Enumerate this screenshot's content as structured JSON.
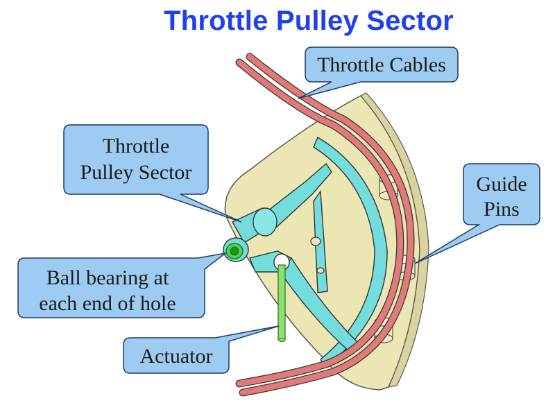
{
  "title": "Throttle Pulley Sector",
  "callouts": {
    "throttle_cables": "Throttle Cables",
    "pulley_sector": {
      "line1": "Throttle",
      "line2": "Pulley Sector"
    },
    "guide_pins": {
      "line1": "Guide",
      "line2": "Pins"
    },
    "ball_bearing": {
      "line1": "Ball bearing at",
      "line2": "each end of hole"
    },
    "actuator": "Actuator"
  },
  "colors": {
    "title": "#1f3ff0",
    "callout_fill": "#9ecbf2",
    "callout_stroke": "#1e3a5f",
    "plate": "#ebe6b4",
    "pulley": "#73dcdc",
    "cable": "#e27a7a",
    "actuator": "#88e26e"
  }
}
